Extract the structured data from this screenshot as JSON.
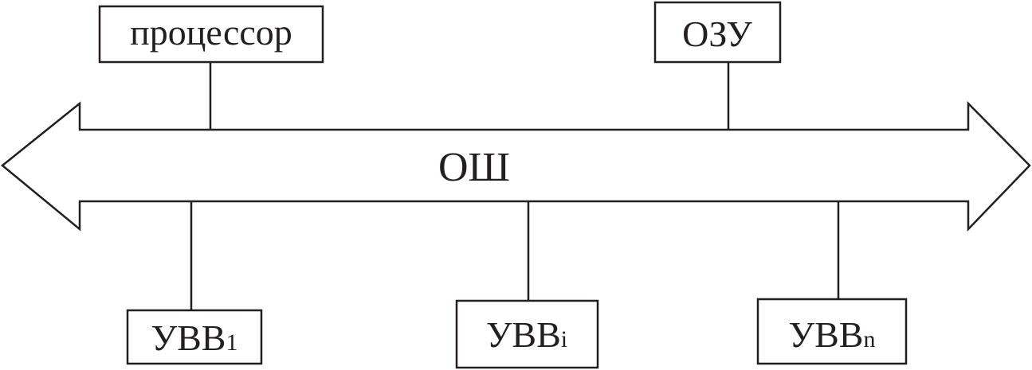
{
  "diagram": {
    "bus": {
      "label": "ОШ"
    },
    "top_blocks": [
      {
        "id": "processor",
        "label": "процессор"
      },
      {
        "id": "ram",
        "label": "ОЗУ"
      }
    ],
    "bottom_blocks": [
      {
        "id": "io1",
        "label": "УВВ",
        "subscript": "1"
      },
      {
        "id": "ioi",
        "label": "УВВ",
        "subscript": "i"
      },
      {
        "id": "ion",
        "label": "УВВ",
        "subscript": "n"
      }
    ]
  },
  "colors": {
    "stroke": "#231f20",
    "background": "#ffffff"
  }
}
